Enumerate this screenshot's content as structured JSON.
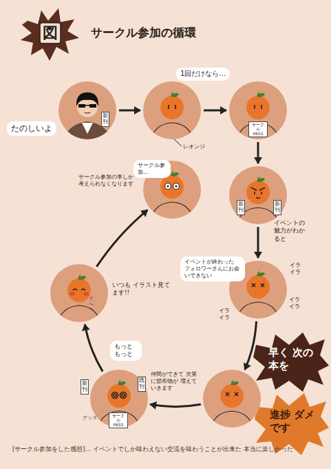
{
  "diagram": {
    "title": "サークル参加の循環",
    "caption": "[サークル参加をした感想]… イベントでしか味わえない交流を味わうことが出来た 本当に楽しかった",
    "nodes": [
      {
        "text": [
          "新刊",
          "たのしいよ"
        ]
      },
      {
        "text": [
          "1回だけなら…",
          "レオンジ"
        ]
      },
      {
        "text": [
          "サークル PASS"
        ]
      },
      {
        "text": [
          "新刊",
          "新刊",
          "イベントの魅力がわかると"
        ]
      },
      {
        "text": [
          "イベントが終わった フォロワーさんにお会いできない",
          "イラ イラ",
          "イラ イラ",
          "イラ イラ"
        ]
      },
      {
        "text": [
          "早く 次の本を",
          "進捗 ダメです"
        ]
      },
      {
        "text": [
          "もっと もっと",
          "新刊",
          "既刊",
          "グッズ",
          "サークル PASS",
          "仲間ができて 次第に頒布物が 増えていきます"
        ]
      },
      {
        "text": [
          "いつも イラスト見てます!!",
          "ぐへへ"
        ]
      },
      {
        "text": [
          "サークル参加…",
          "サークル参加の事しか考えられなくなります"
        ]
      }
    ],
    "edges": [
      {
        "from": 0,
        "to": 1,
        "arrow": "to"
      },
      {
        "from": 1,
        "to": 2,
        "arrow": "to"
      },
      {
        "from": 2,
        "to": 3,
        "arrow": "to"
      },
      {
        "from": 3,
        "to": 4,
        "arrow": "to"
      },
      {
        "from": 4,
        "to": 5,
        "arrow": "to"
      },
      {
        "from": 5,
        "to": 6,
        "arrow": "to"
      },
      {
        "from": 6,
        "to": 7,
        "arrow": "to"
      },
      {
        "from": 7,
        "to": 8,
        "arrow": "to"
      }
    ],
    "labels": [
      "図"
    ]
  }
}
